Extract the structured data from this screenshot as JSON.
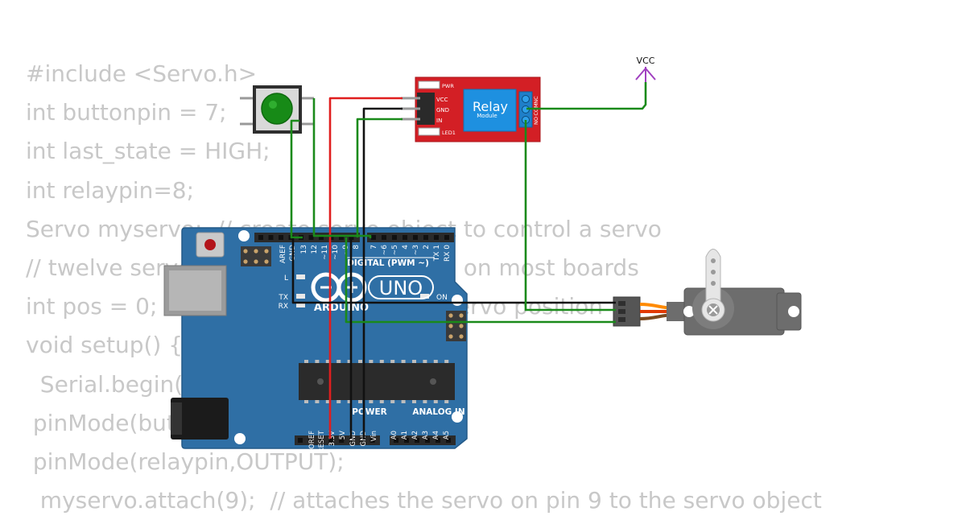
{
  "code_lines": [
    "#include <Servo.h>",
    "int buttonpin = 7;",
    "int last_state = HIGH;",
    "int relaypin=8;",
    "Servo myservo;  // create servo object to control a servo",
    "// twelve servo objects can be created on most boards",
    "int pos = 0;    // variable to store the servo position",
    "void setup() {",
    "  Serial.begin(9600);",
    " pinMode(buttonpin,INPUT_PULLUP);",
    " pinMode(relaypin,OUTPUT);",
    "  myservo.attach(9);  // attaches the servo on pin 9 to the servo object"
  ],
  "vcc_label": "VCC",
  "relay": {
    "title": "Relay",
    "subtitle": "Module",
    "pin_pwr": "PWR",
    "pin_vcc": "VCC",
    "pin_gnd": "GND",
    "pin_in": "IN",
    "pin_led1": "LED1",
    "term_nc": "NC",
    "term_com": "COM",
    "term_no": "NO"
  },
  "arduino": {
    "brand": "ARDUINO",
    "model": "UNO",
    "digital_label": "DIGITAL (PWM ~)",
    "power_label": "POWER",
    "analog_label": "ANALOG IN",
    "led_l": "L",
    "led_tx": "TX",
    "led_rx": "RX",
    "led_on": "ON",
    "top_pins": [
      "AREF",
      "GND",
      "13",
      "12",
      "~11",
      "~10",
      "~9",
      "8",
      "7",
      "~6",
      "~5",
      "4",
      "~3",
      "2",
      "TX 1",
      "RX 0"
    ],
    "power_pins": [
      "IOREF",
      "RESET",
      "3.3V",
      "5V",
      "GND",
      "GND",
      "Vin"
    ],
    "analog_pins": [
      "A0",
      "A1",
      "A2",
      "A3",
      "A4",
      "A5"
    ]
  },
  "colors": {
    "board": "#2f6fa5",
    "relay_board": "#d31f25",
    "relay_block": "#1e90e0",
    "wire_green": "#1a8a1a",
    "wire_red": "#e01e1e",
    "wire_black": "#111111",
    "vcc_symbol": "#a040c0",
    "code_text": "#c8c8c8"
  }
}
